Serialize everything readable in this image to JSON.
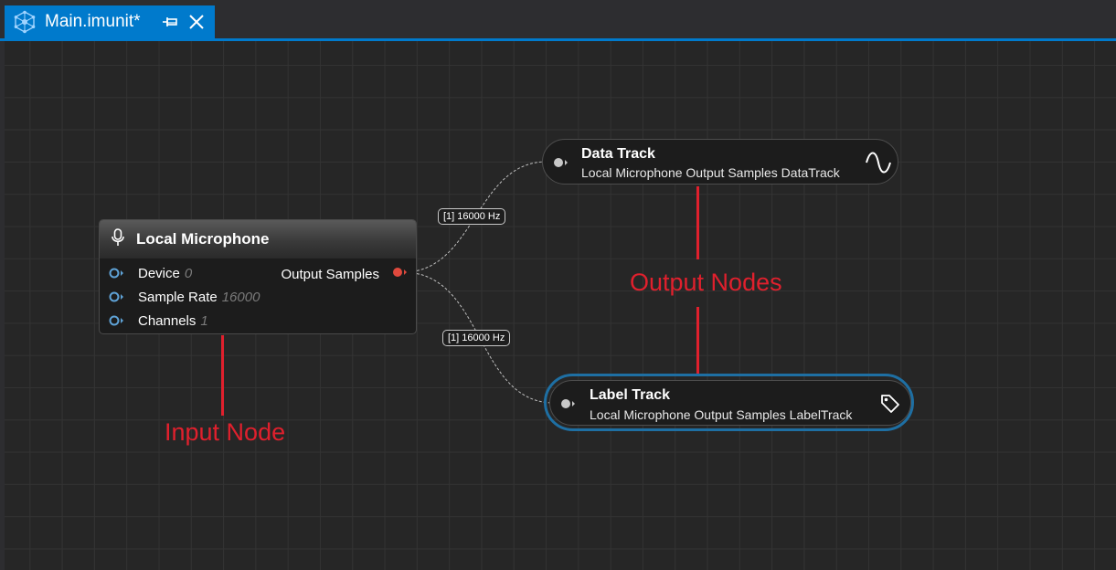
{
  "tab": {
    "title": "Main.imunit*",
    "icon": "network-graph-icon",
    "pin_icon": "pin-icon",
    "close_icon": "close-icon"
  },
  "colors": {
    "accent": "#007acc",
    "canvas": "#262626",
    "port_blue": "#5fa3d8",
    "port_red": "#e0493d",
    "annotation": "#e0202d",
    "selection": "#1e6fa3"
  },
  "input_node": {
    "title": "Local Microphone",
    "icon": "microphone-icon",
    "inputs": [
      {
        "label": "Device",
        "value": "0"
      },
      {
        "label": "Sample Rate",
        "value": "16000"
      },
      {
        "label": "Channels",
        "value": "1"
      }
    ],
    "output": {
      "label": "Output Samples"
    }
  },
  "output_nodes": [
    {
      "title": "Data Track",
      "subtitle": "Local Microphone Output Samples DataTrack",
      "icon": "sine-wave-icon",
      "selected": false
    },
    {
      "title": "Label Track",
      "subtitle": "Local Microphone Output Samples LabelTrack",
      "icon": "tag-icon",
      "selected": true
    }
  ],
  "wires": [
    {
      "label": "[1] 16000 Hz"
    },
    {
      "label": "[1] 16000 Hz"
    }
  ],
  "annotations": {
    "input": "Input Node",
    "output": "Output Nodes"
  }
}
